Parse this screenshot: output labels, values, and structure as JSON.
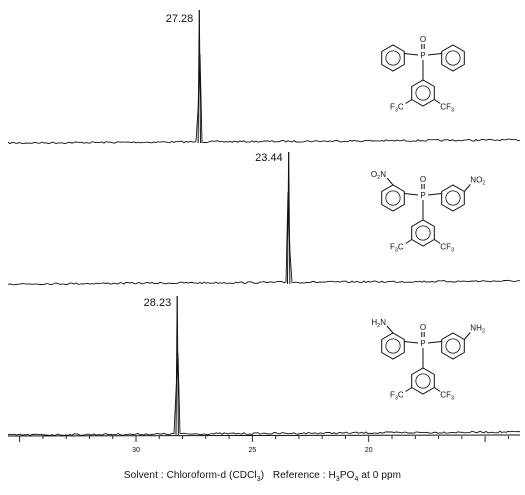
{
  "chart_data": {
    "type": "line",
    "title": "",
    "xlabel": "",
    "ylabel": "",
    "x_unit": "ppm",
    "xlim": [
      35.5,
      13.5
    ],
    "x_reversed": true,
    "x_ticks": [
      30,
      25,
      20
    ],
    "grid": false,
    "series": [
      {
        "peak_ppm": 27.28,
        "label": "27.28"
      },
      {
        "peak_ppm": 23.44,
        "label": "23.44"
      },
      {
        "peak_ppm": 28.23,
        "label": "28.23"
      }
    ],
    "structures": [
      {
        "substituent_left": "",
        "substituent_right": "",
        "cf3_left": "F3C",
        "cf3_right": "CF3"
      },
      {
        "substituent_left": "O2N",
        "substituent_right": "NO2",
        "cf3_left": "F3C",
        "cf3_right": "CF3"
      },
      {
        "substituent_left": "H2N",
        "substituent_right": "NH2",
        "cf3_left": "F3C",
        "cf3_right": "CF3"
      }
    ],
    "structure_atoms": {
      "phosphorus": "P",
      "oxygen": "O"
    }
  },
  "caption": {
    "solvent_text": "Solvent : Chloroform-d (CDCl",
    "solvent_sub": "3",
    "solvent_close": ")",
    "reference_text": "Reference : H",
    "reference_sub1": "3",
    "reference_mid": "PO",
    "reference_sub2": "4",
    "reference_tail": " at 0 ppm"
  }
}
